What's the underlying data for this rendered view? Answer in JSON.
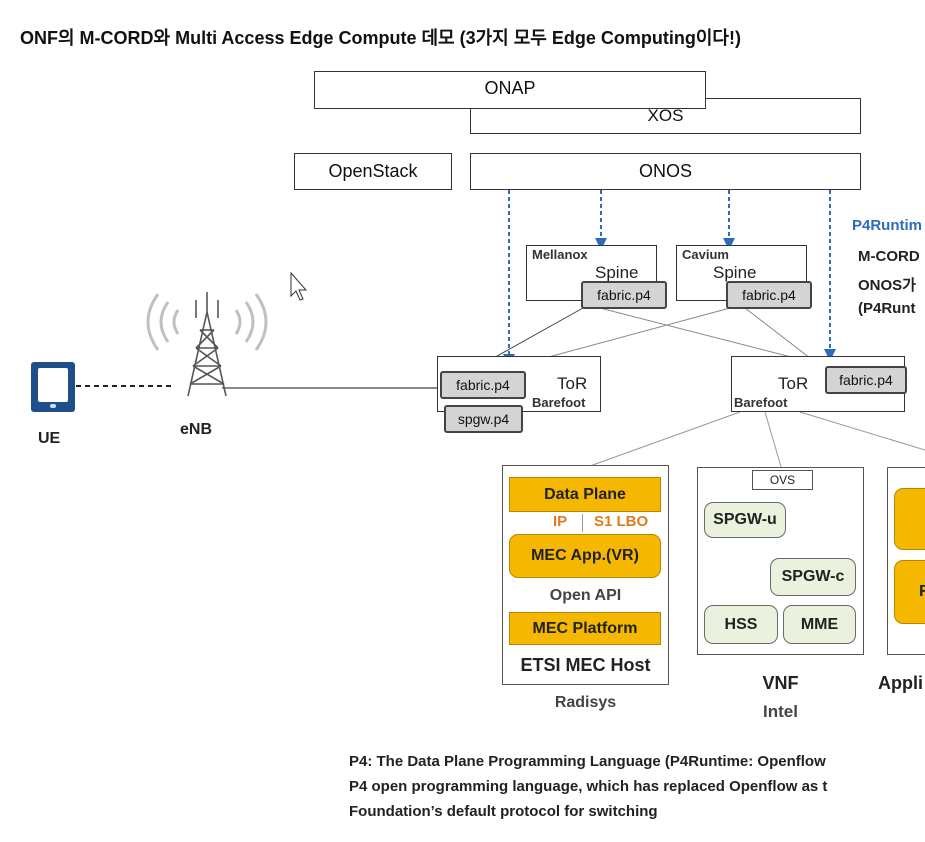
{
  "title": "ONF의 M-CORD와 Multi Access Edge Compute 데모 (3가지 모두 Edge Computing이다!)",
  "layers": {
    "onap": "ONAP",
    "xos": "XOS",
    "openstack": "OpenStack",
    "onos": "ONOS"
  },
  "spines": [
    {
      "vendor": "Mellanox",
      "label": "Spine",
      "p4": "fabric.p4"
    },
    {
      "vendor": "Cavium",
      "label": "Spine",
      "p4": "fabric.p4"
    }
  ],
  "tors": [
    {
      "label": "ToR",
      "vendor": "Barefoot",
      "p4": "fabric.p4",
      "p4b": "spgw.p4"
    },
    {
      "label": "ToR",
      "vendor": "Barefoot",
      "p4": "fabric.p4"
    }
  ],
  "side_note": {
    "line1": "P4Runtim",
    "line2": "M-CORD",
    "line3": "ONOS가",
    "line4": "(P4Runt"
  },
  "radio": {
    "ue": "UE",
    "enb": "eNB"
  },
  "mec": {
    "data_plane": "Data Plane",
    "ip": "IP",
    "s1lbo": "S1 LBO",
    "app": "MEC App.(VR)",
    "open_api": "Open API",
    "platform": "MEC Platform",
    "host": "ETSI MEC Host",
    "vendor": "Radisys"
  },
  "vnf": {
    "ovs": "OVS",
    "spgw_u": "SPGW-u",
    "spgw_c": "SPGW-c",
    "hss": "HSS",
    "mme": "MME",
    "label": "VNF",
    "vendor": "Intel"
  },
  "third": {
    "label": "Appli",
    "box_r": "R"
  },
  "footer": {
    "line1": "P4: The Data Plane Programming Language (P4Runtime: Openflow",
    "line2": "P4 open programming language, which has replaced Openflow as t",
    "line3": "Foundation’s default protocol for switching"
  },
  "colors": {
    "dashed_arrow": "#2f6bbd",
    "p4runtime_text": "#2f6bbd",
    "mec_yellow": "#f5b700",
    "orange_text": "#e07b1a"
  }
}
